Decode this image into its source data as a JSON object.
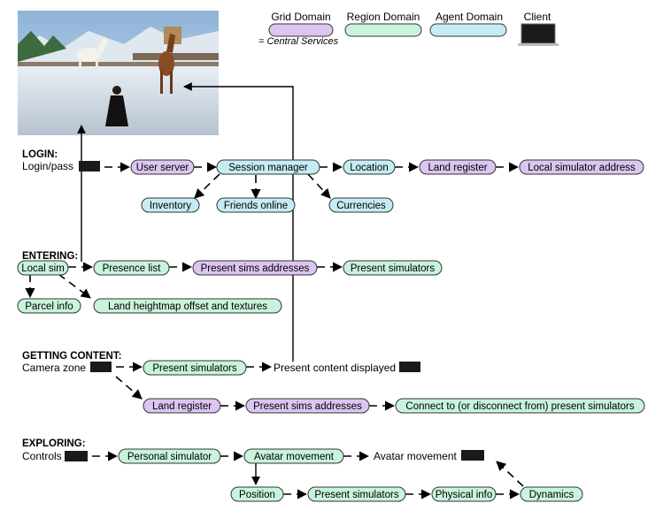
{
  "colors": {
    "grid": "#dcc5f0",
    "region": "#c8f3dc",
    "agent": "#c4ecf4",
    "client": "#1a1a1a",
    "stroke": "#333333"
  },
  "legend": {
    "grid_label": "Grid Domain",
    "region_label": "Region Domain",
    "agent_label": "Agent Domain",
    "client_label": "Client",
    "central_note": "= Central Services"
  },
  "image": {
    "description_icon": "virtual-world-screenshot"
  },
  "sections": {
    "login": {
      "title": "LOGIN:",
      "source": "Login/pass",
      "nodes": {
        "user_server": "User server",
        "session_manager": "Session manager",
        "location": "Location",
        "land_register": "Land register",
        "local_sim_address": "Local simulator address",
        "inventory": "Inventory",
        "friends_online": "Friends online",
        "currencies": "Currencies"
      }
    },
    "entering": {
      "title": "ENTERING:",
      "nodes": {
        "local_sim": "Local sim",
        "presence_list": "Presence list",
        "present_sims_addresses": "Present sims addresses",
        "present_simulators": "Present simulators",
        "parcel_info": "Parcel info",
        "land_heightmap": "Land heightmap offset and textures"
      }
    },
    "getting_content": {
      "title": "GETTING CONTENT:",
      "source": "Camera zone",
      "result": "Present content displayed",
      "nodes": {
        "present_simulators": "Present simulators",
        "land_register": "Land register",
        "present_sims_addresses": "Present sims addresses",
        "connect": "Connect to (or disconnect from) present simulators"
      }
    },
    "exploring": {
      "title": "EXPLORING:",
      "source": "Controls",
      "result": "Avatar movement",
      "nodes": {
        "personal_simulator": "Personal simulator",
        "avatar_movement": "Avatar movement",
        "position": "Position",
        "present_simulators": "Present simulators",
        "physical_info": "Physical info",
        "dynamics": "Dynamics"
      }
    }
  }
}
